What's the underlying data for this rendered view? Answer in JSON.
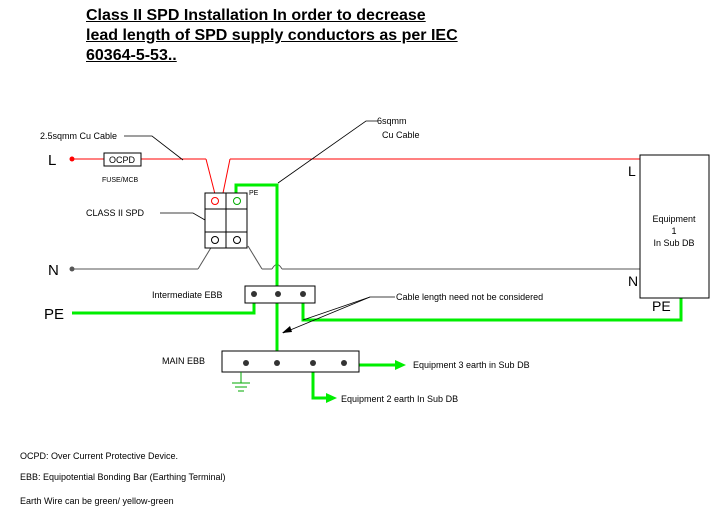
{
  "title": {
    "line1": "Class II SPD Installation In order to decrease",
    "line2": "lead length of SPD supply conductors as per IEC",
    "line3": "60364-5-53.."
  },
  "labels": {
    "cable_25": "2.5sqmm  Cu Cable",
    "cable_6_line1": "6sqmm",
    "cable_6_line2": "Cu Cable",
    "L": "L",
    "N": "N",
    "PE": "PE",
    "ocpd_box": "OCPD",
    "fuse_mcb": "FUSE/MCB",
    "class_spd": "CLASS II SPD",
    "spd_pe": "PE",
    "equipment_line1": "Equipment",
    "equipment_line2": "1",
    "equipment_line3": "In Sub DB",
    "equipment_L": "L",
    "equipment_N": "N",
    "equipment_PE": "PE",
    "intermediate_ebb": "Intermediate EBB",
    "main_ebb": "MAIN EBB",
    "cable_length_note": "Cable length need not be considered",
    "equipment3": "Equipment 3 earth in Sub DB",
    "equipment2": "Equipment 2 earth In Sub DB"
  },
  "notes": {
    "ocpd": "OCPD: Over Current Protective Device.",
    "ebb": "EBB: Equipotential Bonding Bar (Earthing Terminal)",
    "earth_wire": "Earth Wire can be green/ yellow-green"
  },
  "colors": {
    "line": "#ff0000",
    "earth": "#00ee00",
    "neutral": "#555555"
  }
}
